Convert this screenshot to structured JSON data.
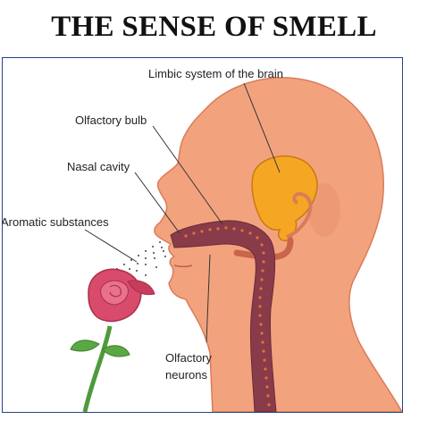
{
  "title": "THE SENSE OF SMELL",
  "labels": {
    "limbic": "Limbic system of the brain",
    "bulb": "Olfactory bulb",
    "nasal": "Nasal cavity",
    "aromatic": "Aromatic substances",
    "neurons_line1": "Olfactory",
    "neurons_line2": "neurons"
  },
  "colors": {
    "skin": "#f2a37e",
    "skin_dark": "#d97c5a",
    "brain": "#f5a623",
    "nasal": "#8a3b4a",
    "neuron": "#e2703c",
    "rose": "#d94b6a",
    "stem": "#4f9a3c",
    "frame": "#27408b"
  }
}
